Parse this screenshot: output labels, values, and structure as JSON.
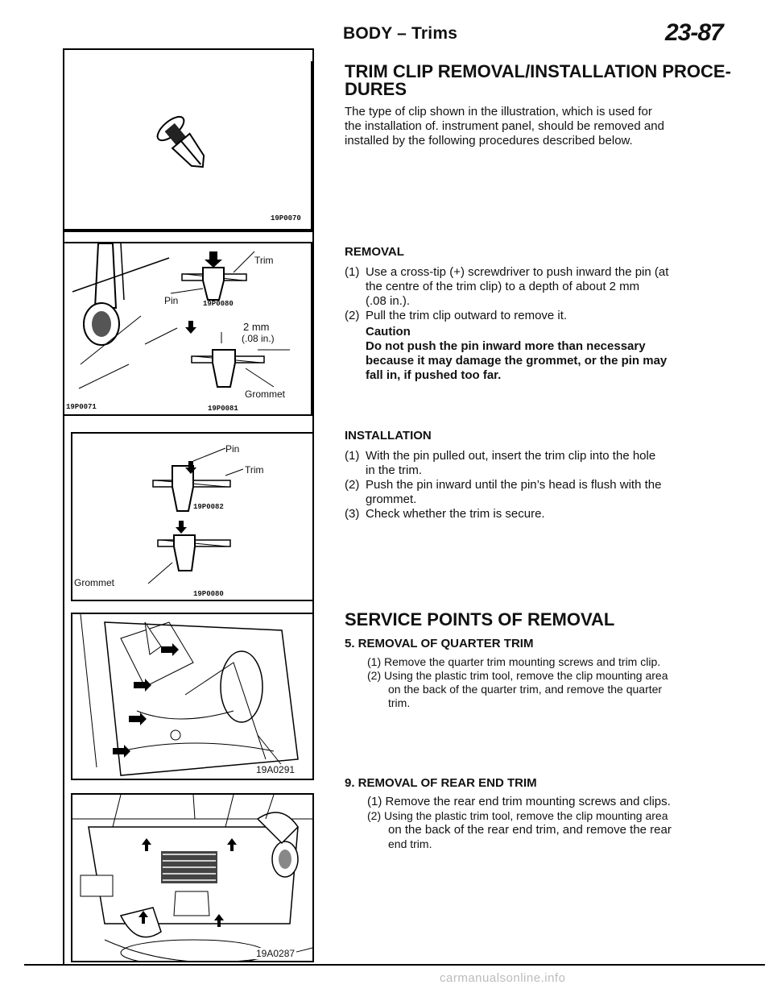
{
  "header": {
    "title": "BODY – Trims",
    "page": "23-87"
  },
  "figures": {
    "fig1": {
      "code": "19P0070"
    },
    "fig2": {
      "code_left": "19P0071",
      "code_pin": "19P0080",
      "code_right": "19P0081",
      "trim": "Trim",
      "pin": "Pin",
      "dim1": "2 mm",
      "dim2": "(.08 in.)",
      "grommet": "Grommet"
    },
    "fig3": {
      "pin": "Pin",
      "trim": "Trim",
      "code_top": "19P0082",
      "grommet": "Grommet",
      "code_bottom": "19P0080"
    },
    "fig4": {
      "code": "19A0291"
    },
    "fig5": {
      "code": "19A0287"
    }
  },
  "content": {
    "trim_clip": {
      "heading_line1": "TRIM CLIP REMOVAL/INSTALLATION PROCE-",
      "heading_line2": "DURES",
      "intro_line1": "The type of clip shown in the illustration, which is used for",
      "intro_line2": "the installation of. instrument panel, should be removed and",
      "intro_line3": "installed by the following procedures described below."
    },
    "removal": {
      "title": "REMOVAL",
      "s1_num": "(1)",
      "s1_l1": "Use a cross-tip (+) screwdriver to push inward the pin (at",
      "s1_l2": "the centre of the trim clip) to a depth of about 2 mm",
      "s1_l3": "(.08 in.).",
      "s2_num": "(2)",
      "s2_l1": "Pull the trim clip outward to remove it.",
      "caution": "Caution",
      "caution_l1": "Do not push the pin inward more than necessary",
      "caution_l2": "because it may damage the grommet, or the pin may",
      "caution_l3": "fall in, if pushed too far."
    },
    "installation": {
      "title": "INSTALLATION",
      "s1_num": "(1)",
      "s1_l1": "With the pin pulled out, insert the trim clip into the hole",
      "s1_l2": "in the trim.",
      "s2_num": "(2)",
      "s2_l1": "Push the pin inward until the pin’s head is flush with the",
      "s2_l2": "grommet.",
      "s3_num": "(3)",
      "s3_l1": "Check whether the trim is secure."
    },
    "service": {
      "heading": "SERVICE POINTS OF REMOVAL",
      "q_title": "5. REMOVAL OF QUARTER TRIM",
      "q1": "(1) Remove the quarter trim mounting screws and trim clip.",
      "q2_l1": "(2) Using the plastic trim tool, remove the clip mounting area",
      "q2_l2": "on the back of the quarter trim, and remove the quarter",
      "q2_l3": "trim.",
      "r_title": "9. REMOVAL OF REAR END TRIM",
      "r1": "(1) Remove the rear end trim mounting screws and clips.",
      "r2_l1": "(2) Using the plastic trim tool, remove the clip mounting area",
      "r2_l2": "on the back of the rear end trim, and remove the rear",
      "r2_l3": "end trim."
    }
  },
  "footer": {
    "watermark": "carmanualsonline.info"
  }
}
